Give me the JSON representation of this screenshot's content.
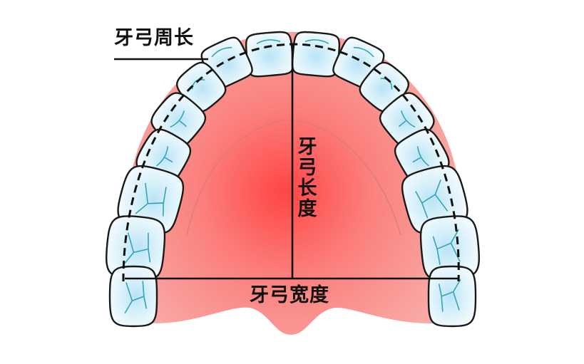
{
  "labels": {
    "arch_perimeter": "牙弓周长",
    "arch_length": [
      "牙",
      "弓",
      "长",
      "度"
    ],
    "arch_width": "牙弓宽度"
  },
  "colors": {
    "palate_center": "#ff4a4a",
    "palate_edge": "#f8a7a4",
    "tooth_fill": "#eaf7fc",
    "tooth_stroke": "#1a1a1a",
    "tooth_shadow": "#bfe6f7",
    "tooth_fissure": "#35a3b5",
    "line": "#111111"
  },
  "icons": [
    "tooth-icon",
    "palate-shape"
  ]
}
